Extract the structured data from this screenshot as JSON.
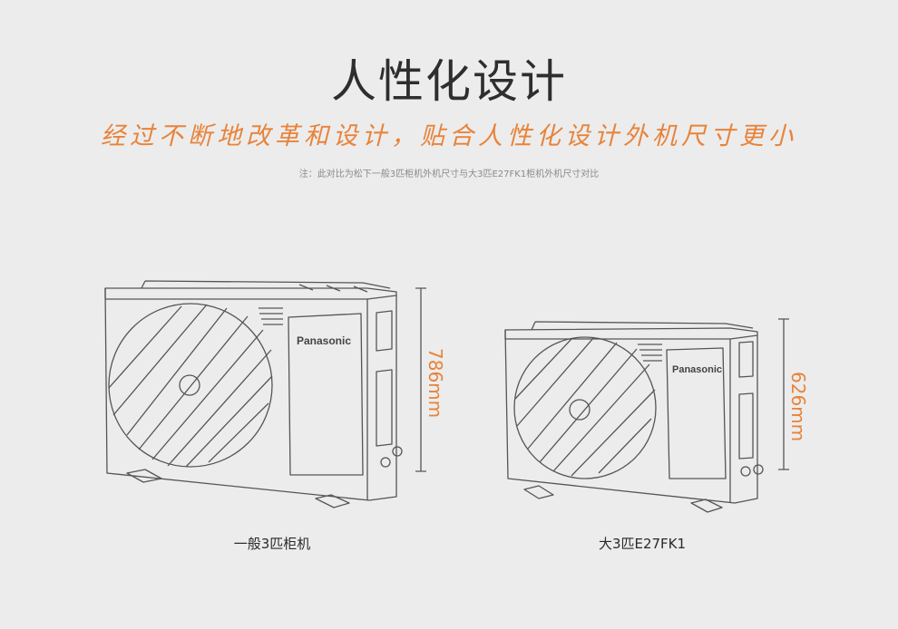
{
  "header": {
    "title": "人性化设计",
    "subtitle": "经过不断地改革和设计，贴合人性化设计外机尺寸更小",
    "note": "注：此对比为松下一般3匹柜机外机尺寸与大3匹E27FK1柜机外机尺寸对比"
  },
  "units": {
    "left": {
      "brand": "Panasonic",
      "height": "786mm",
      "label": "一般3匹柜机"
    },
    "right": {
      "brand": "Panasonic",
      "height": "626mm",
      "label": "大3匹E27FK1"
    }
  },
  "colors": {
    "accent": "#e8833a",
    "line": "#555555",
    "background": "#ececec"
  },
  "icons": {
    "unit": "outdoor-ac-unit-icon",
    "fan": "fan-grille-icon"
  }
}
